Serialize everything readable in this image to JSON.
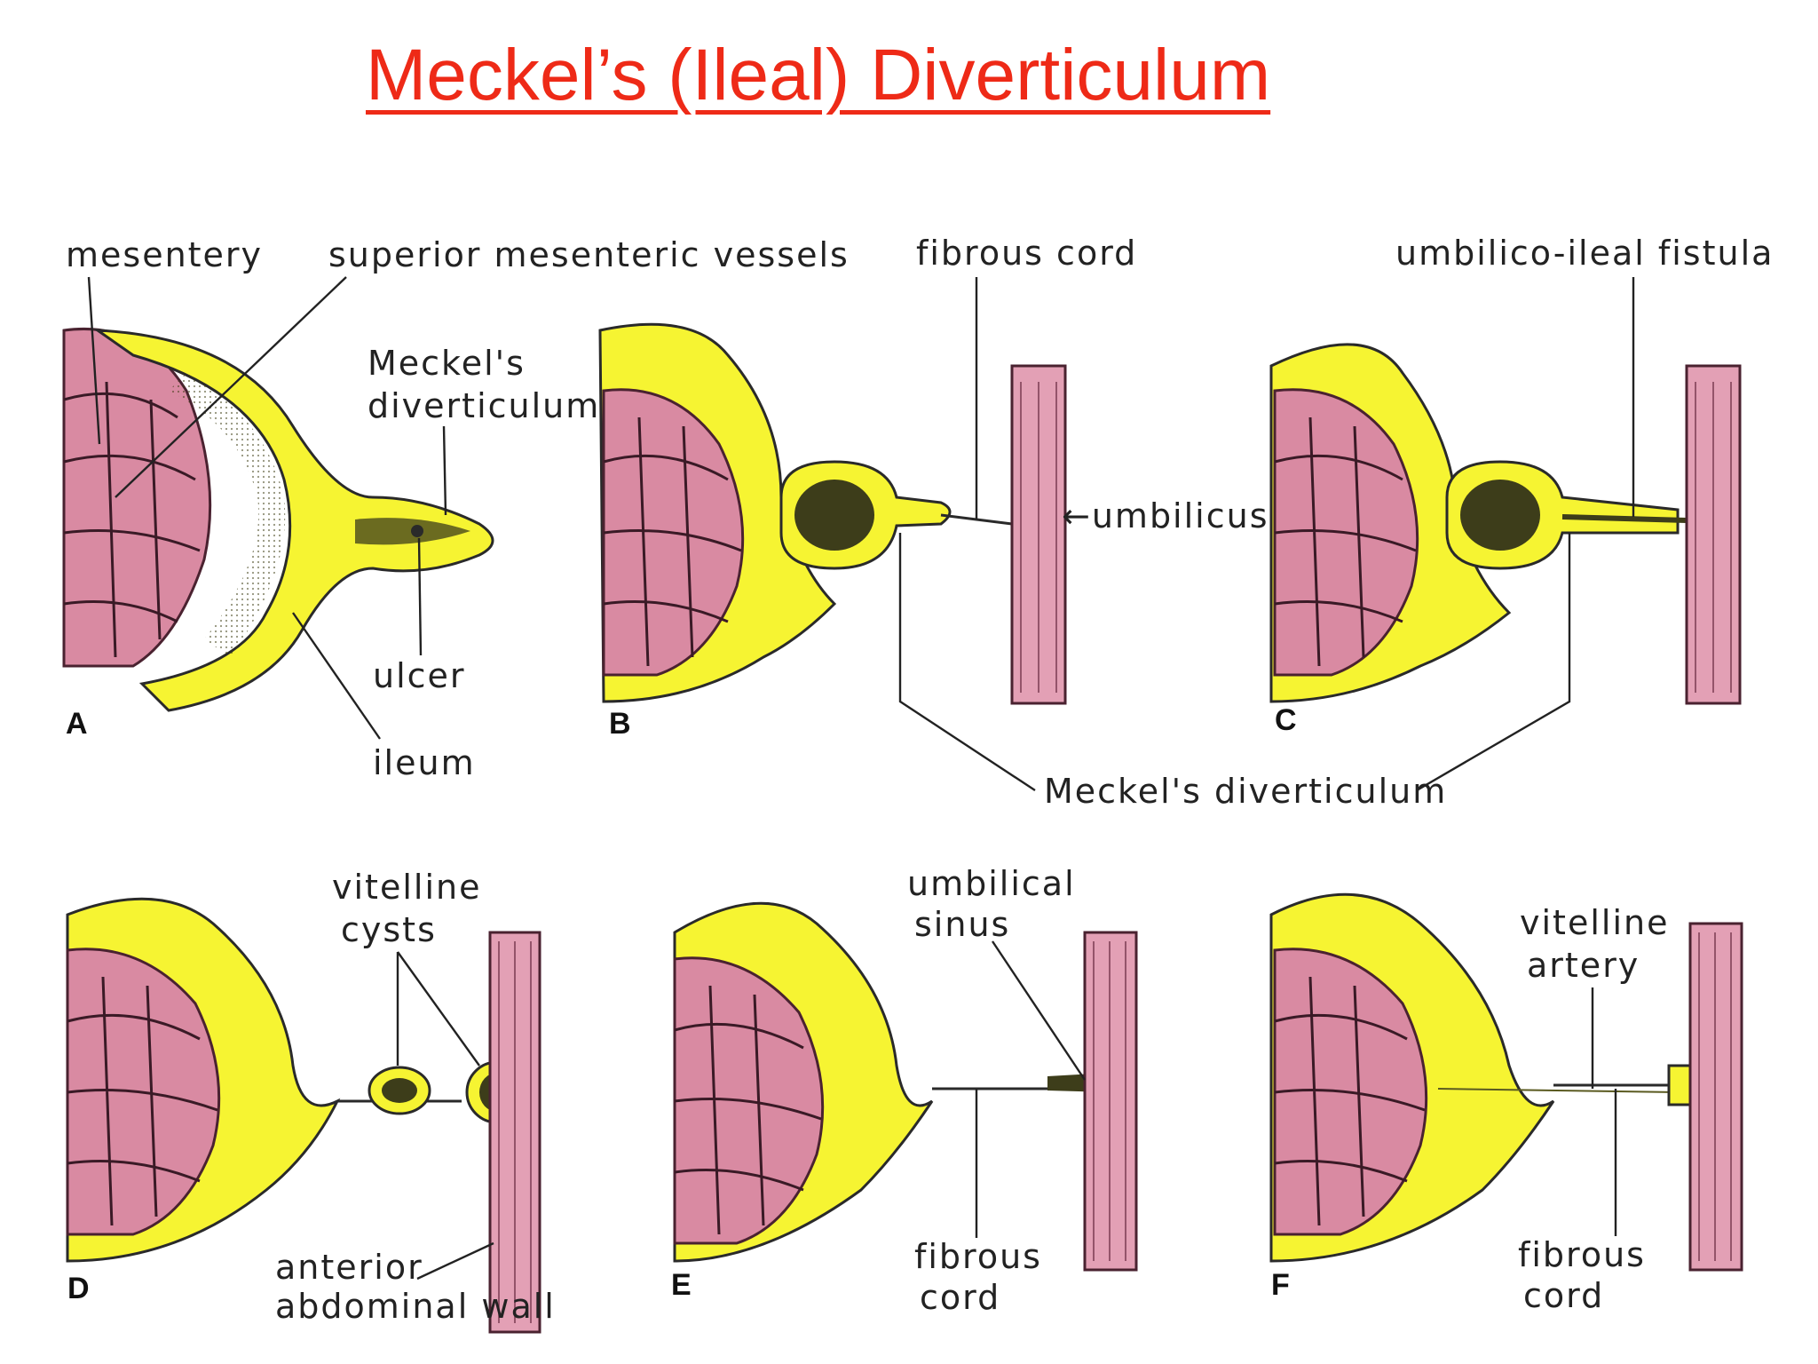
{
  "title": "Meckel’s (Ileal) Diverticulum",
  "panel_letters": [
    "A",
    "B",
    "C",
    "D",
    "E",
    "F"
  ],
  "labels": {
    "mesentery": "mesentery",
    "superior_mesenteric_vessels": "superior mesenteric vessels",
    "meckels_line1": "Meckel's",
    "meckels_line2": "diverticulum",
    "ulcer": "ulcer",
    "ileum": "ileum",
    "fibrous_cord_b": "fibrous cord",
    "umbilicus": "←umbilicus",
    "umbilico_ileal_fistula": "umbilico-ileal fistula",
    "meckels_shared": "Meckel's diverticulum",
    "vitelline_cysts_1": "vitelline",
    "vitelline_cysts_2": "cysts",
    "anterior_wall_1": "anterior",
    "anterior_wall_2": "abdominal wall",
    "umbilical_sinus_1": "umbilical",
    "umbilical_sinus_2": "sinus",
    "fibrous_cord_e_1": "fibrous",
    "fibrous_cord_e_2": "cord",
    "vitelline_artery_1": "vitelline",
    "vitelline_artery_2": "artery",
    "fibrous_cord_f_1": "fibrous",
    "fibrous_cord_f_2": "cord"
  },
  "colors": {
    "title": "#ee2a17",
    "ileum_yellow": "#f6f432",
    "mesentery_pink": "#d98aa2",
    "wall_pink": "#e3a0b5"
  }
}
